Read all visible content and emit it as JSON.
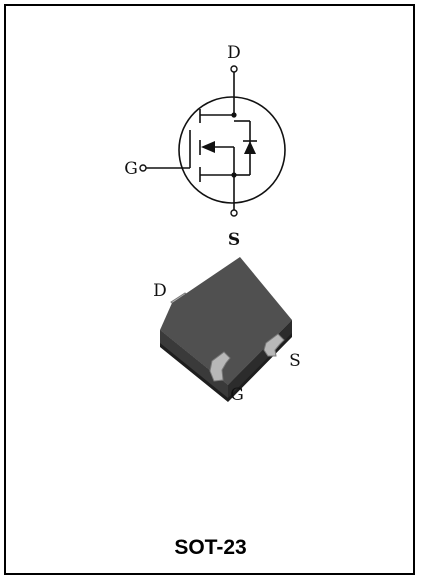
{
  "schematic": {
    "drain_label": "D",
    "gate_label": "G",
    "source_label": "S"
  },
  "package": {
    "drain_label": "D",
    "gate_label": "G",
    "source_label": "S",
    "name": "SOT-23"
  },
  "colors": {
    "line": "#111111",
    "package_body": "#3c3c3c",
    "package_top": "#505050",
    "lead": "#b8b8b8"
  }
}
